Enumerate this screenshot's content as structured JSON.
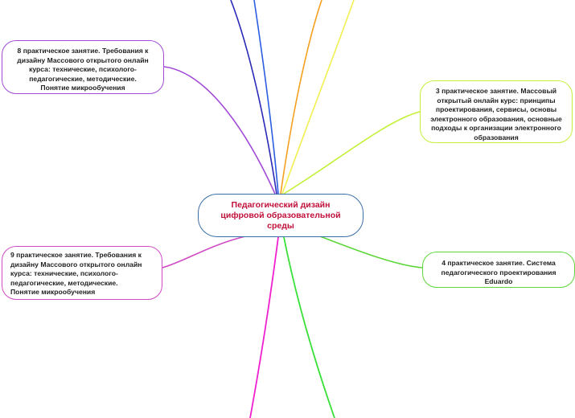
{
  "center": {
    "text": "Педагогический дизайн\nцифровой образовательной\nсреды",
    "text_color": "#c0103a",
    "border_color": "#3b6ea5"
  },
  "topics": {
    "topic_8": "8  практическое занятие. Требования к\nдизайну Массового открытого онлайн\nкурса: технические, психолого-\nпедагогические, методические.\nПонятие микрообучения",
    "topic_9": "9 практическое занятие. Требования к\nдизайну Массового открытого онлайн\nкурса: технические, психолого-\nпедагогические, методические.\nПонятие микрообучения",
    "topic_3": "3 практическое занятие. Массовый\nоткрытый онлайн курс: принципы\nпроектирования, сервисы, основы\nэлектронного образования, основные\nподходы к организации электронного\nобразования",
    "topic_4": "4 практическое занятие. Система\nпедагогического проектирования\nEduardo"
  },
  "branch_colors": {
    "topic_8": "#a24bd8",
    "topic_9": "#d14ac4",
    "topic_3": "#c5f03a",
    "topic_4": "#5ed63a",
    "offscreen_top_navy": "#2a2ab8",
    "offscreen_top_blue": "#2a5de0",
    "offscreen_top_orange": "#f5a020",
    "offscreen_top_yellow": "#f0f050",
    "offscreen_bottom_magenta": "#f020d0",
    "offscreen_bottom_green": "#38e038"
  }
}
